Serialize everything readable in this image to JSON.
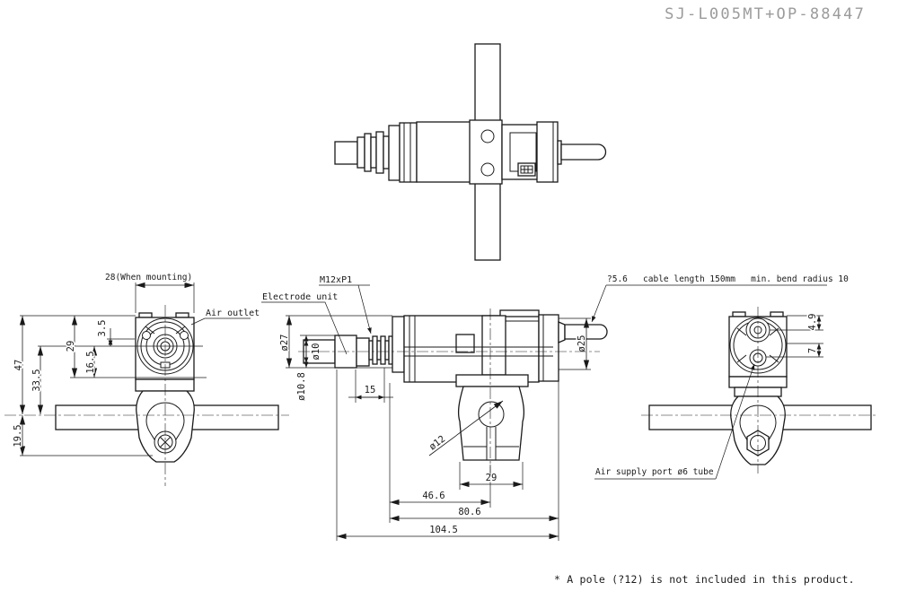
{
  "title": "SJ-L005MT+OP-88447",
  "note": "* A pole (?12) is not included in this product.",
  "front_view": {
    "label_mounting": "28(When mounting)",
    "label_air_outlet": "Air outlet",
    "dim_47": "47",
    "dim_33_5": "33.5",
    "dim_29": "29",
    "dim_16_5": "16.5",
    "dim_3_5": "3.5",
    "dim_19_5": "19.5"
  },
  "side_view": {
    "label_electrode": "Electrode unit",
    "label_thread": "M12xP1",
    "label_cable": "?5.6   cable length 150mm   min. bend radius 10",
    "dim_dia27": "ø27",
    "dim_dia10": "ø10",
    "dim_dia10_8": "ø10.8",
    "dim_15": "15",
    "dim_dia12": "ø12",
    "dim_29": "29",
    "dim_46_6": "46.6",
    "dim_80_6": "80.6",
    "dim_104_5": "104.5",
    "dim_dia25": "ø25"
  },
  "rear_view": {
    "label_air_supply": "Air supply port ø6 tube",
    "dim_4_9": "4.9",
    "dim_7": "7"
  },
  "colors": {
    "line": "#1a1a1a",
    "title_gray": "#9b9b9b",
    "background": "#ffffff"
  }
}
